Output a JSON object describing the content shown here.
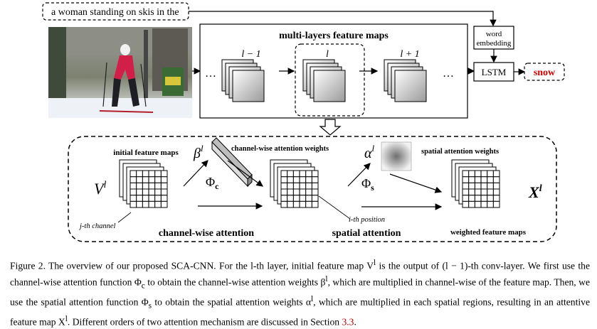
{
  "top": {
    "input_caption": "a woman standing on skis in the",
    "feature_maps_title": "multi-layers feature maps",
    "layer_prev": "l − 1",
    "layer_cur": "l",
    "layer_next": "l + 1",
    "ellipsis": "…",
    "word_embedding_line1": "word",
    "word_embedding_line2": "embedding",
    "lstm": "LSTM",
    "output_word": "snow"
  },
  "bottom": {
    "initial_maps_label": "initial feature maps",
    "V_symbol": "V",
    "V_sup": "l",
    "beta_symbol": "β",
    "beta_sup": "l",
    "channel_weights_label": "channel-wise attention weights",
    "phi_c": "Φ",
    "phi_c_sub": "c",
    "alpha_symbol": "α",
    "alpha_sup": "l",
    "spatial_weights_label": "spatial attention weights",
    "phi_s": "Φ",
    "phi_s_sub": "s",
    "X_symbol": "X",
    "X_sup": "l",
    "j_channel_label": "j-th channel",
    "i_position_label": "i-th position",
    "channel_attention_title": "channel-wise attention",
    "spatial_attention_title": "spatial attention",
    "weighted_maps_label": "weighted feature maps"
  },
  "caption": {
    "prefix": "Figure 2. The overview of our proposed SCA-CNN. For the l-th layer, initial feature map V",
    "s1": "l",
    "t1": " is the output of (l − 1)-th conv-layer. We first use the channel-wise attention function Φ",
    "s2": "c",
    "t2": " to obtain the channel-wise attention weights β",
    "s3": "l",
    "t3": ", which are multiplied in channel-wise of the feature map. Then, we use the spatial attention function Φ",
    "s4": "s",
    "t4": " to obtain the spatial attention weights α",
    "s5": "l",
    "t5": ", which are multiplied in each spatial regions, resulting in an attentive feature map X",
    "s6": "l",
    "t6": ". Different orders of two attention mechanism are discussed in Section ",
    "section_ref": "3.3",
    "end": "."
  }
}
